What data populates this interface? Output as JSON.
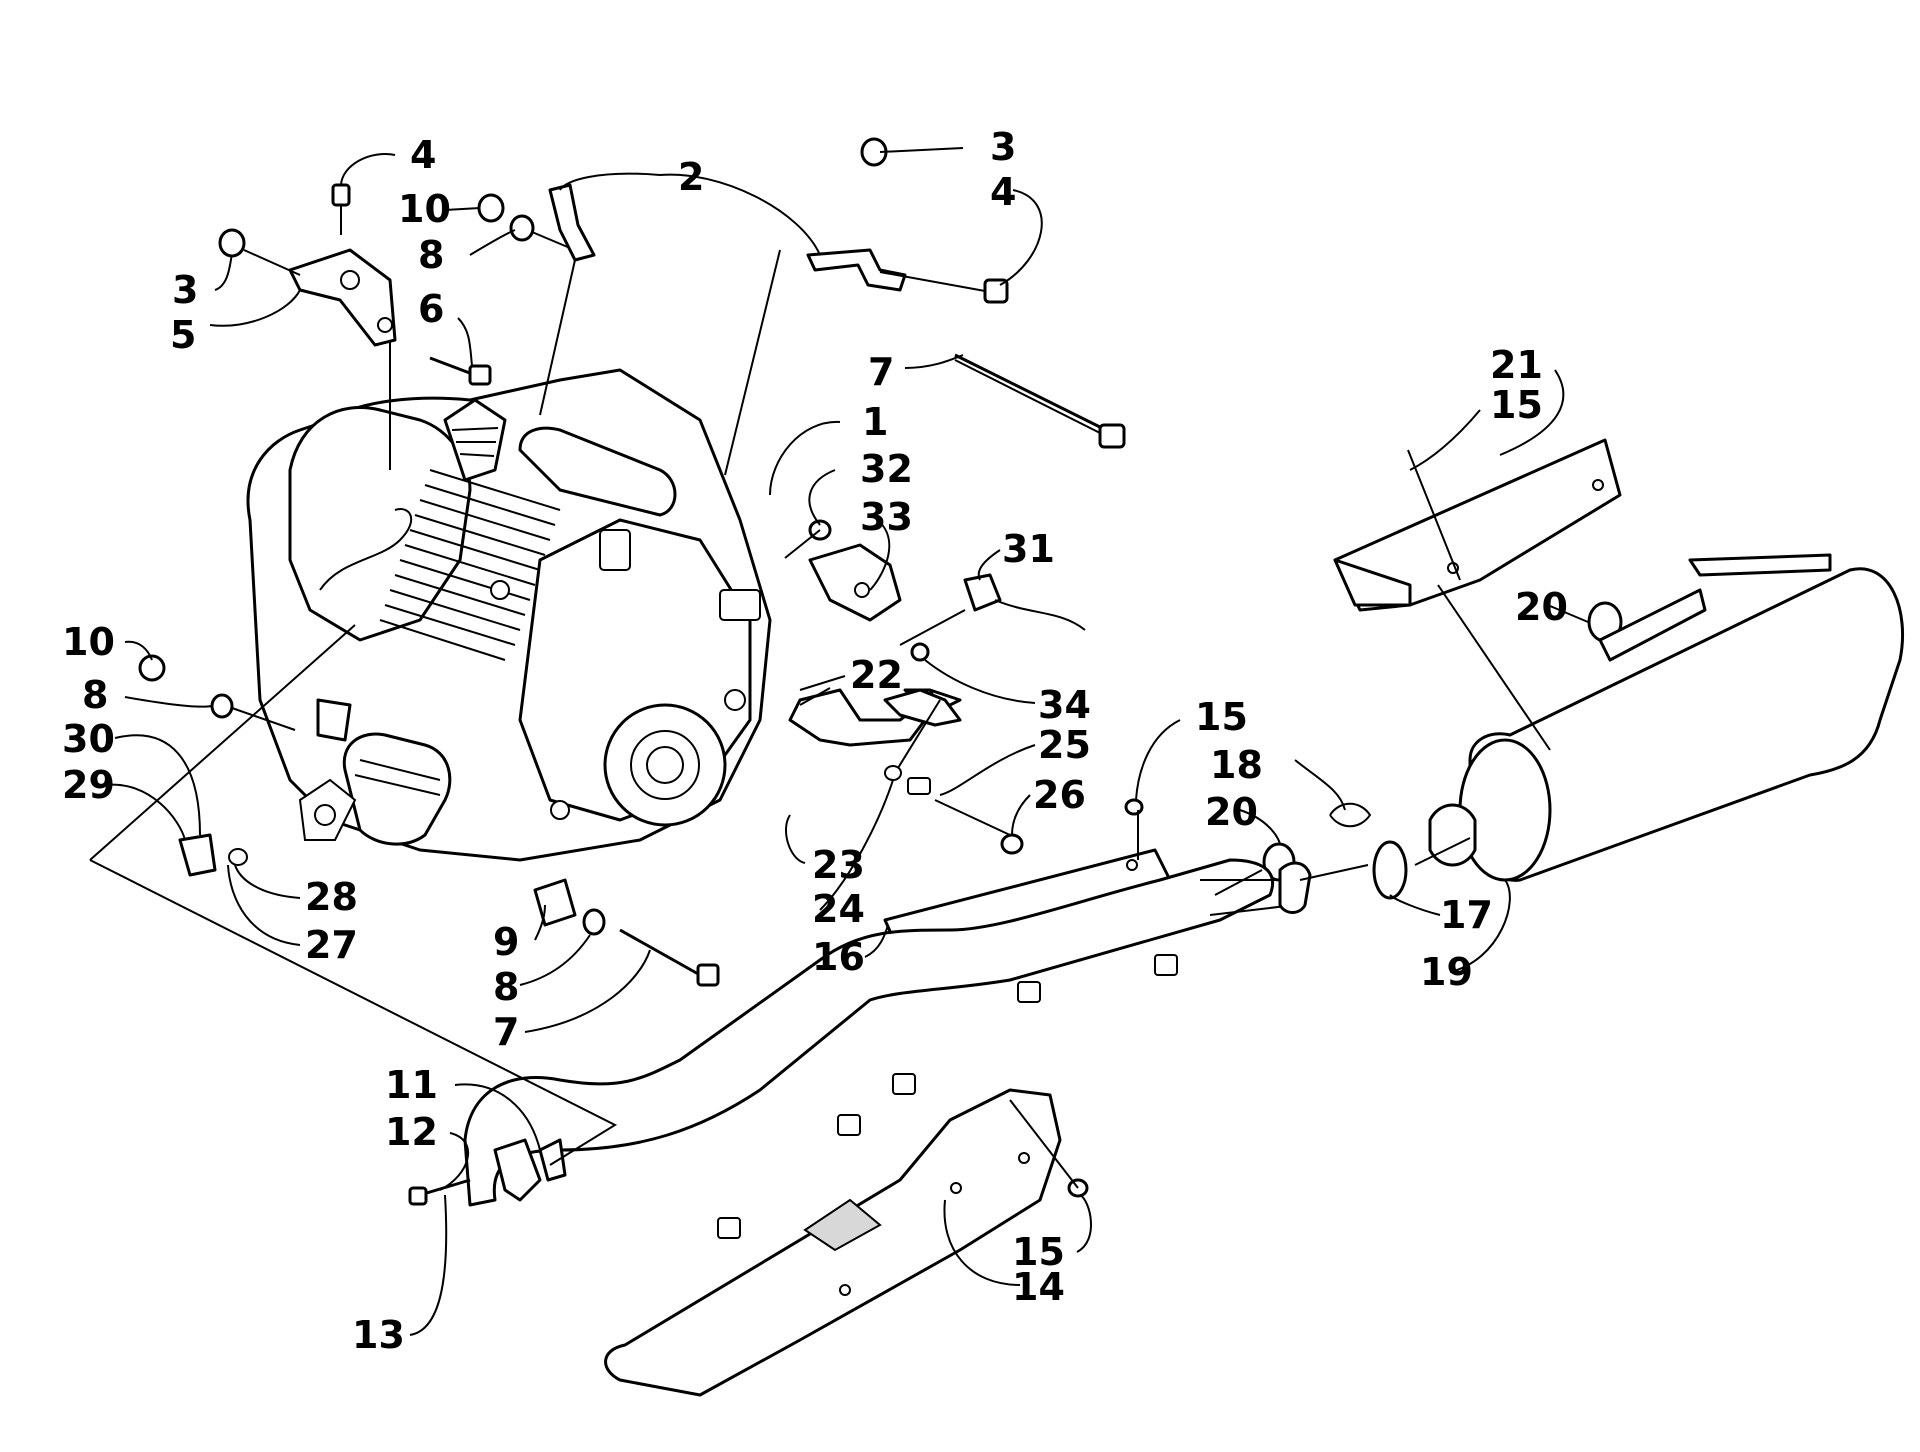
{
  "diagram": {
    "colors": {
      "ink": "#000000",
      "paper": "#ffffff"
    },
    "callouts": [
      {
        "id": "c4a",
        "text": "4"
      },
      {
        "id": "c10a",
        "text": "10"
      },
      {
        "id": "c8a",
        "text": "8"
      },
      {
        "id": "c2",
        "text": "2"
      },
      {
        "id": "c3b",
        "text": "3"
      },
      {
        "id": "c4b",
        "text": "4"
      },
      {
        "id": "c3a",
        "text": "3"
      },
      {
        "id": "c5",
        "text": "5"
      },
      {
        "id": "c6",
        "text": "6"
      },
      {
        "id": "c7a",
        "text": "7"
      },
      {
        "id": "c21",
        "text": "21"
      },
      {
        "id": "c15a",
        "text": "15"
      },
      {
        "id": "c1",
        "text": "1"
      },
      {
        "id": "c32",
        "text": "32"
      },
      {
        "id": "c33",
        "text": "33"
      },
      {
        "id": "c31",
        "text": "31"
      },
      {
        "id": "c20a",
        "text": "20"
      },
      {
        "id": "c10b",
        "text": "10"
      },
      {
        "id": "c8b",
        "text": "8"
      },
      {
        "id": "c30",
        "text": "30"
      },
      {
        "id": "c29",
        "text": "29"
      },
      {
        "id": "c28",
        "text": "28"
      },
      {
        "id": "c27",
        "text": "27"
      },
      {
        "id": "c22",
        "text": "22"
      },
      {
        "id": "c34",
        "text": "34"
      },
      {
        "id": "c25",
        "text": "25"
      },
      {
        "id": "c26",
        "text": "26"
      },
      {
        "id": "c15b",
        "text": "15"
      },
      {
        "id": "c18",
        "text": "18"
      },
      {
        "id": "c20b",
        "text": "20"
      },
      {
        "id": "c23",
        "text": "23"
      },
      {
        "id": "c24",
        "text": "24"
      },
      {
        "id": "c16",
        "text": "16"
      },
      {
        "id": "c17",
        "text": "17"
      },
      {
        "id": "c19",
        "text": "19"
      },
      {
        "id": "c9",
        "text": "9"
      },
      {
        "id": "c8c",
        "text": "8"
      },
      {
        "id": "c7b",
        "text": "7"
      },
      {
        "id": "c11",
        "text": "11"
      },
      {
        "id": "c12",
        "text": "12"
      },
      {
        "id": "c15c",
        "text": "15"
      },
      {
        "id": "c14",
        "text": "14"
      },
      {
        "id": "c13",
        "text": "13"
      }
    ]
  }
}
